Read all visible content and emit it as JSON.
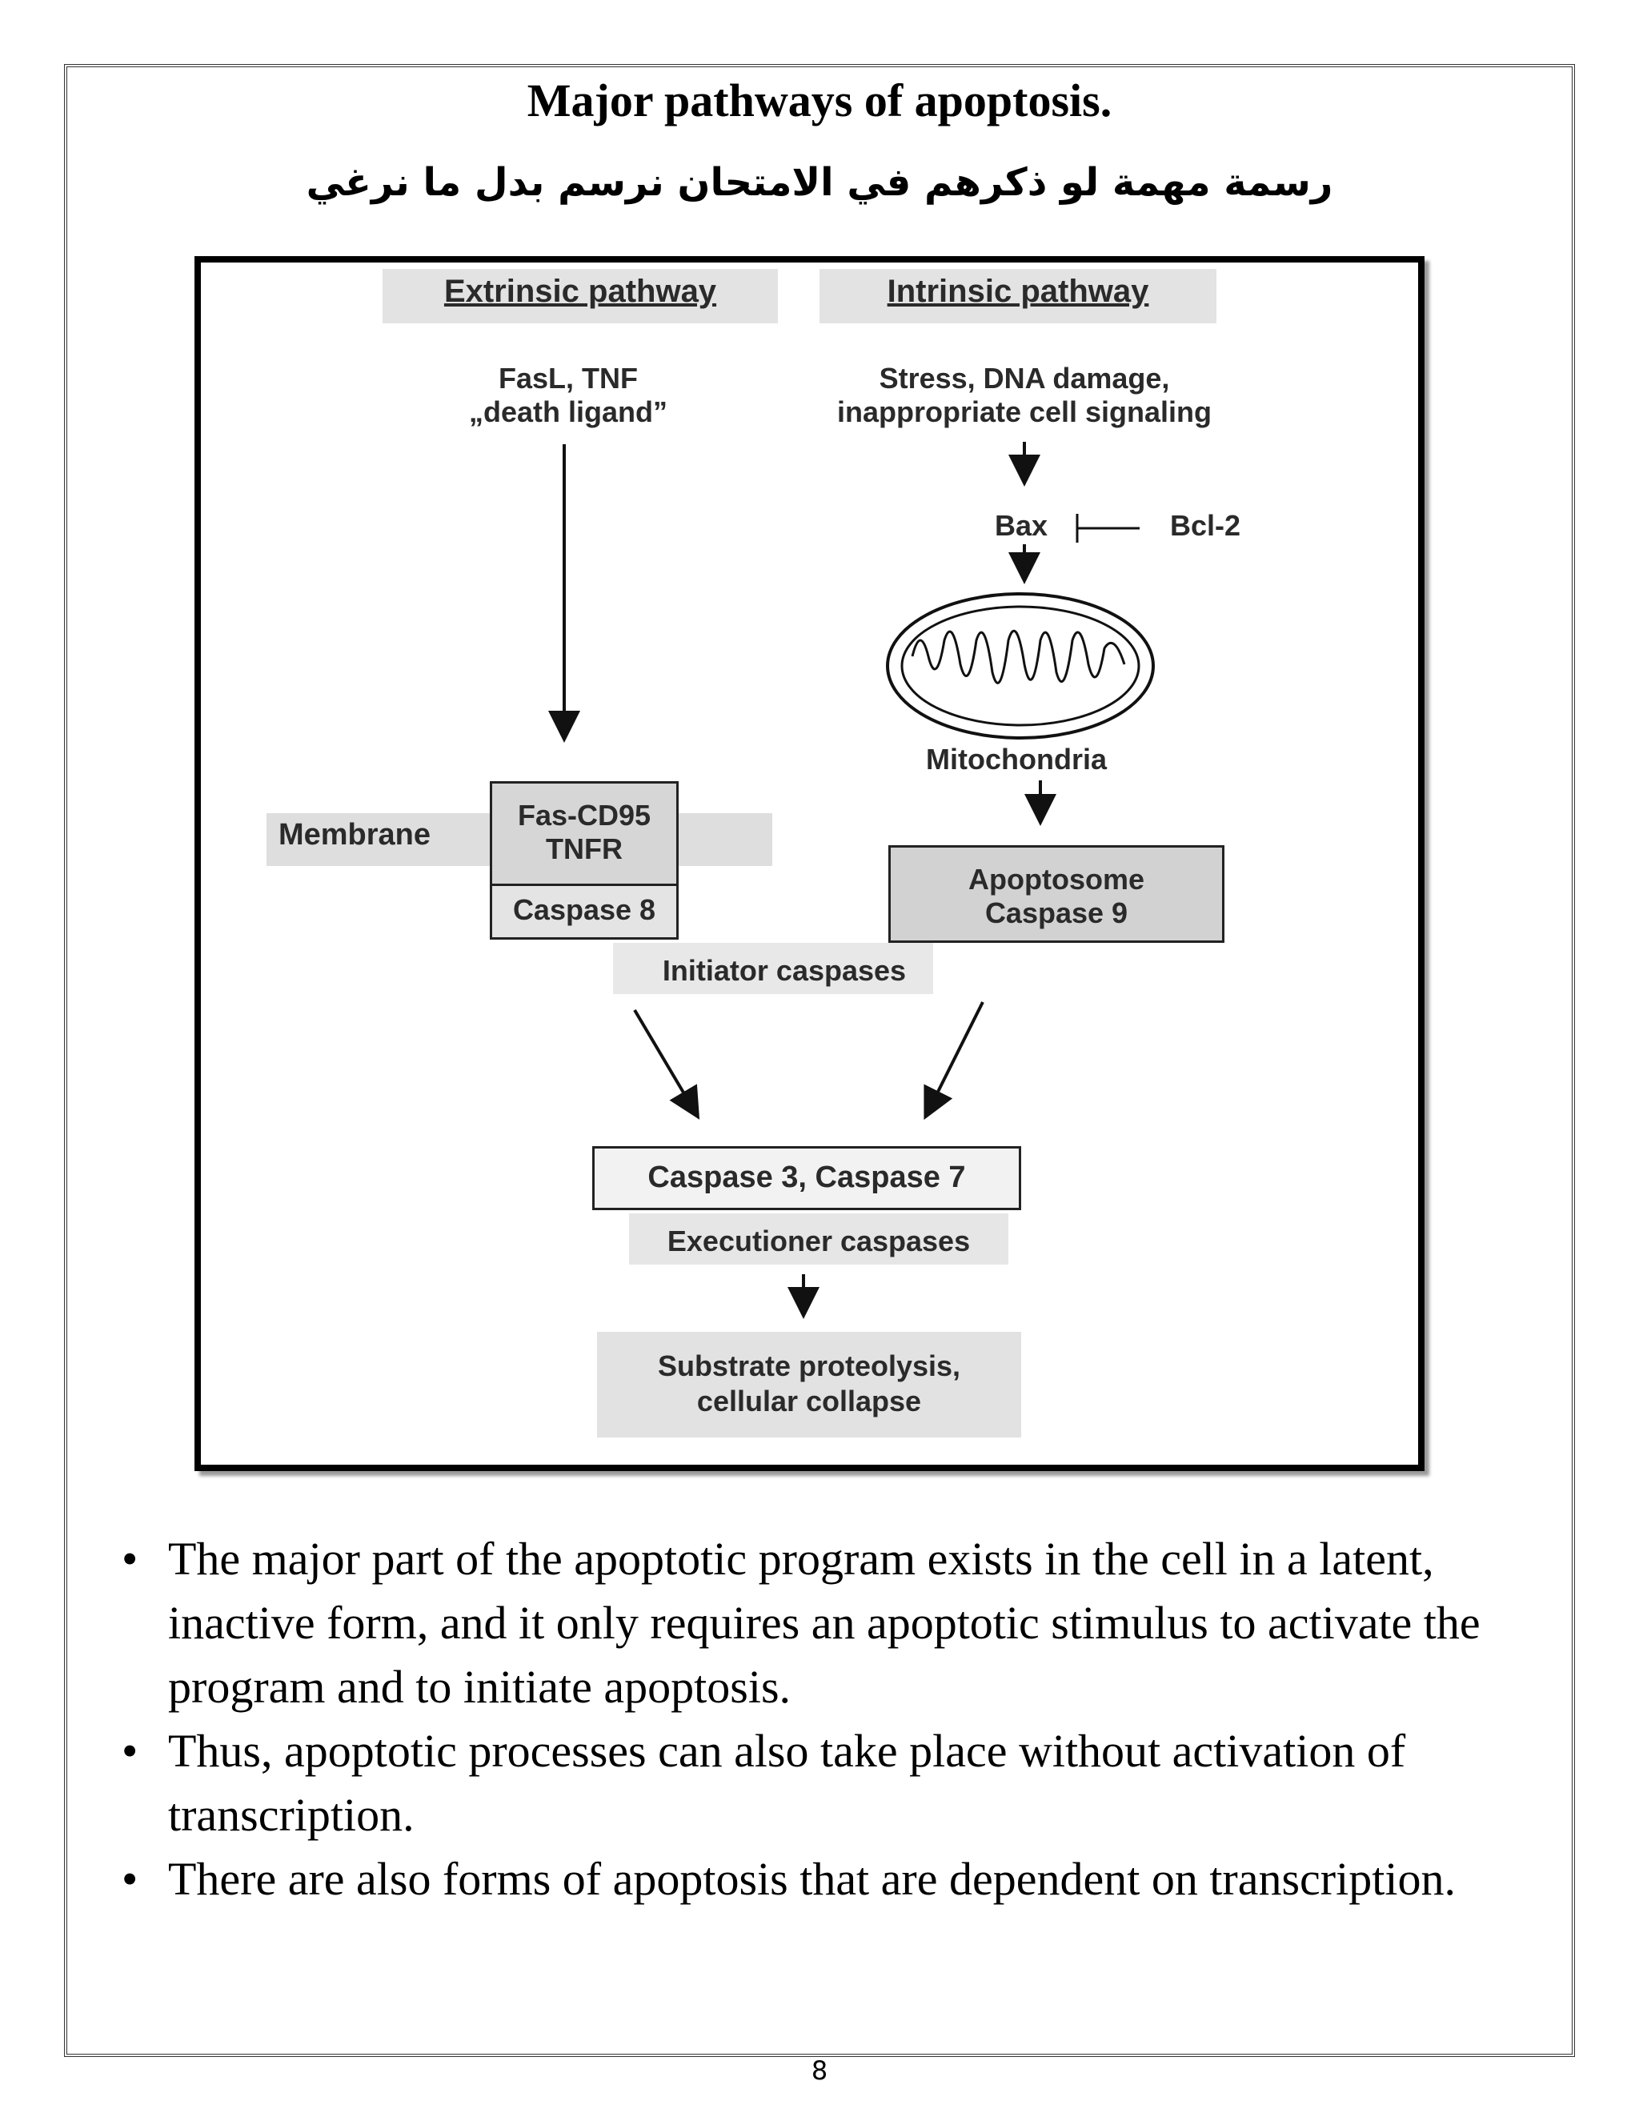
{
  "title": "Major pathways of apoptosis.",
  "subtitle": "رسمة مهمة لو ذكرهم في الامتحان نرسم بدل ما نرغي",
  "diagram": {
    "extrinsic_header": "Extrinsic pathway",
    "intrinsic_header": "Intrinsic pathway",
    "ligand_line1": "FasL, TNF",
    "ligand_line2": "„death ligand”",
    "stress_line1": "Stress, DNA damage,",
    "stress_line2": "inappropriate cell signaling",
    "bax": "Bax",
    "bcl2": "Bcl-2",
    "mitochondria": "Mitochondria",
    "membrane": "Membrane",
    "receptor_line1": "Fas-CD95",
    "receptor_line2": "TNFR",
    "caspase8": "Caspase 8",
    "apoptosome_line1": "Apoptosome",
    "apoptosome_line2": "Caspase 9",
    "initiator": "Initiator caspases",
    "caspase37": "Caspase 3, Caspase 7",
    "executioner": "Executioner caspases",
    "substrate_line1": "Substrate proteolysis,",
    "substrate_line2": "cellular collapse"
  },
  "bullets": [
    {
      "line1": "The major part of the apoptotic program exists in the cell in a latent,",
      "line2": "inactive form, and it only requires an apoptotic stimulus to activate the",
      "line3": "program and to initiate apoptosis."
    },
    {
      "line1": "Thus, apoptotic processes can also take place without activation of",
      "line2": "transcription."
    },
    {
      "line1": "There are also forms of apoptosis that are dependent on transcription."
    }
  ],
  "page_number": "8"
}
